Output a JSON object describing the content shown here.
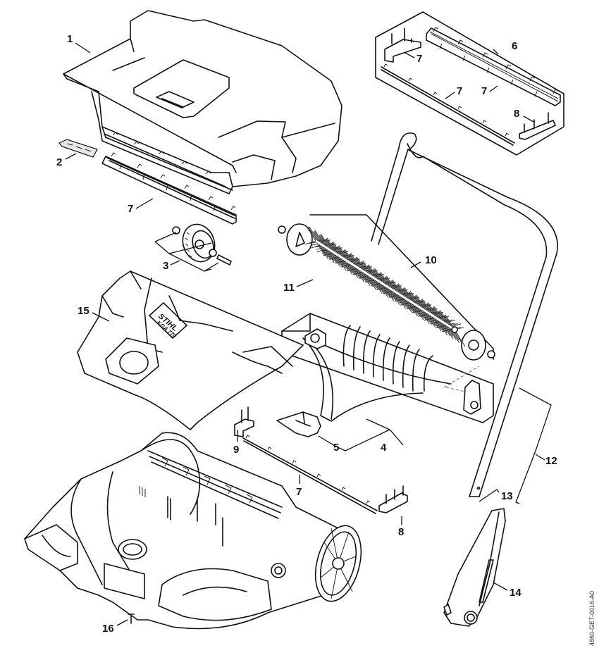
{
  "diagram": {
    "type": "exploded-parts-diagram",
    "product_label": {
      "brand": "STIHL",
      "model": "KGA 770"
    },
    "document_id": "4860-GET-0016-A0",
    "callouts": [
      {
        "id": "c1",
        "label": "1",
        "part": "collection-bin-cover"
      },
      {
        "id": "c2",
        "label": "2",
        "part": "label-decal"
      },
      {
        "id": "c3",
        "label": "3",
        "part": "wheel-assembly"
      },
      {
        "id": "c4",
        "label": "4",
        "part": "brush-housing-assembly"
      },
      {
        "id": "c5",
        "label": "5",
        "part": "bracket"
      },
      {
        "id": "c6",
        "label": "6",
        "part": "sealing-strip-kit"
      },
      {
        "id": "c7a",
        "label": "7",
        "part": "sealing-strip-bin"
      },
      {
        "id": "c7b",
        "label": "7",
        "part": "sealing-strip-kit-lower"
      },
      {
        "id": "c7c",
        "label": "7",
        "part": "sealing-strip-kit-upper"
      },
      {
        "id": "c7d",
        "label": "7",
        "part": "sealing-strip-housing"
      },
      {
        "id": "c8a",
        "label": "8",
        "part": "strip-holder-right-kit"
      },
      {
        "id": "c8b",
        "label": "8",
        "part": "strip-holder-right"
      },
      {
        "id": "c9a",
        "label": "9",
        "part": "strip-holder-left-kit"
      },
      {
        "id": "c9b",
        "label": "9",
        "part": "strip-holder-left"
      },
      {
        "id": "c10",
        "label": "10",
        "part": "brush-roller"
      },
      {
        "id": "c11",
        "label": "11",
        "part": "brush"
      },
      {
        "id": "c12",
        "label": "12",
        "part": "handle-assembly"
      },
      {
        "id": "c13",
        "label": "13",
        "part": "handle-pin"
      },
      {
        "id": "c14",
        "label": "14",
        "part": "handle-lower-section"
      },
      {
        "id": "c15",
        "label": "15",
        "part": "top-cover"
      },
      {
        "id": "c16",
        "label": "16",
        "part": "screw"
      }
    ]
  }
}
